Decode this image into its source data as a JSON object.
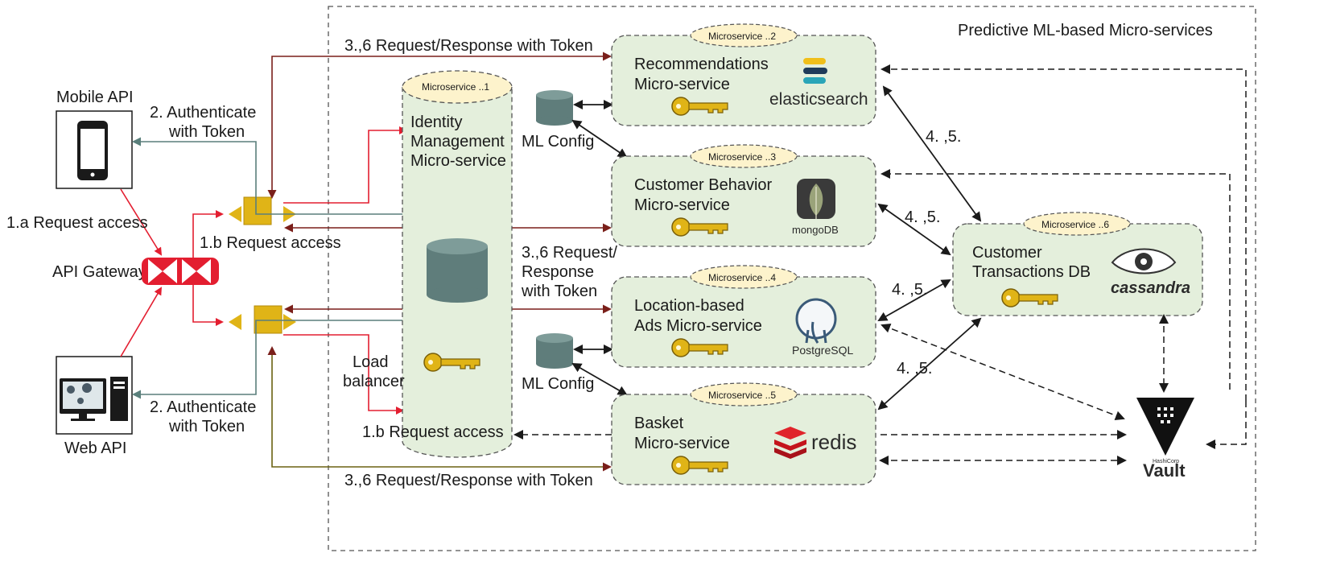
{
  "title": "Predictive ML-based Micro-services",
  "clients": {
    "mobile": "Mobile API",
    "web": "Web API"
  },
  "gateway": "API Gateway",
  "flows": {
    "request_access_1a": "1.a Request access",
    "request_access_1b": "1.b Request access",
    "authenticate_1": "2. Authenticate",
    "authenticate_2": "with Token",
    "request_response_token": "3.,6 Request/Response with Token",
    "rr_line1": "3.,6 Request/",
    "rr_line2": "Response",
    "rr_line3": "with Token",
    "load_balancer_1": "Load",
    "load_balancer_2": "balancer",
    "step45": "4. ,5."
  },
  "ml_config": "ML Config",
  "identity": {
    "tag": "Microservice ..1",
    "line1": "Identity",
    "line2": "Management",
    "line3": "Micro-service"
  },
  "services": {
    "recommendations": {
      "tag": "Microservice ..2",
      "line1": "Recommendations",
      "line2": "Micro-service",
      "logo": "elasticsearch"
    },
    "behavior": {
      "tag": "Microservice ..3",
      "line1": "Customer Behavior",
      "line2": "Micro-service",
      "logo": "mongoDB"
    },
    "location": {
      "tag": "Microservice ..4",
      "line1": "Location-based",
      "line2": "Ads Micro-service",
      "logo": "PostgreSQL"
    },
    "basket": {
      "tag": "Microservice ..5",
      "line1": "Basket",
      "line2": "Micro-service",
      "logo": "redis"
    },
    "transactions": {
      "tag": "Microservice ..6",
      "line1": "Customer",
      "line2": "Transactions DB",
      "logo": "cassandra"
    }
  },
  "vault": {
    "small": "HashiCorp",
    "name": "Vault"
  },
  "colors": {
    "red": "#e31e30",
    "gold": "#e0b417",
    "teal": "#5a7f7b",
    "brown": "#7a1f1a",
    "olive": "#6b6212",
    "service_fill": "#e4efdc",
    "tag_fill": "#fdf3cc",
    "db": "#5f7d7b"
  }
}
